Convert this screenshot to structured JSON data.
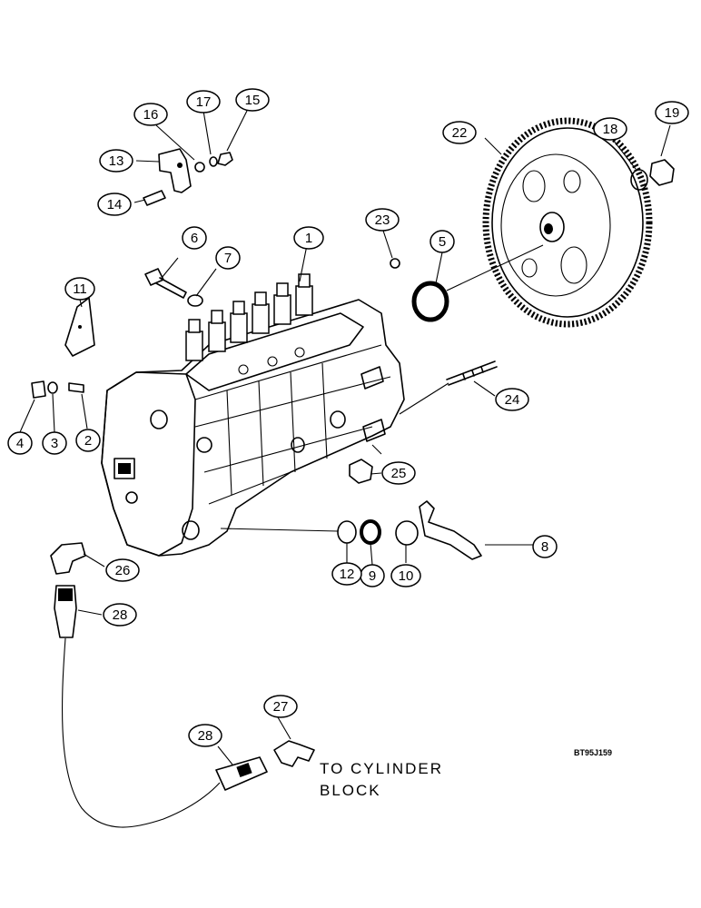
{
  "callouts": [
    {
      "n": "1"
    },
    {
      "n": "2"
    },
    {
      "n": "3"
    },
    {
      "n": "4"
    },
    {
      "n": "5"
    },
    {
      "n": "6"
    },
    {
      "n": "7"
    },
    {
      "n": "8"
    },
    {
      "n": "9"
    },
    {
      "n": "10"
    },
    {
      "n": "11"
    },
    {
      "n": "12"
    },
    {
      "n": "13"
    },
    {
      "n": "14"
    },
    {
      "n": "15"
    },
    {
      "n": "16"
    },
    {
      "n": "17"
    },
    {
      "n": "18"
    },
    {
      "n": "19"
    },
    {
      "n": "22"
    },
    {
      "n": "23"
    },
    {
      "n": "24"
    },
    {
      "n": "25"
    },
    {
      "n": "26"
    },
    {
      "n": "27"
    },
    {
      "n": "28"
    },
    {
      "n": "28"
    }
  ],
  "note": {
    "line1": "TO CYLINDER",
    "line2": "BLOCK"
  },
  "reference_code": "BT95J159"
}
